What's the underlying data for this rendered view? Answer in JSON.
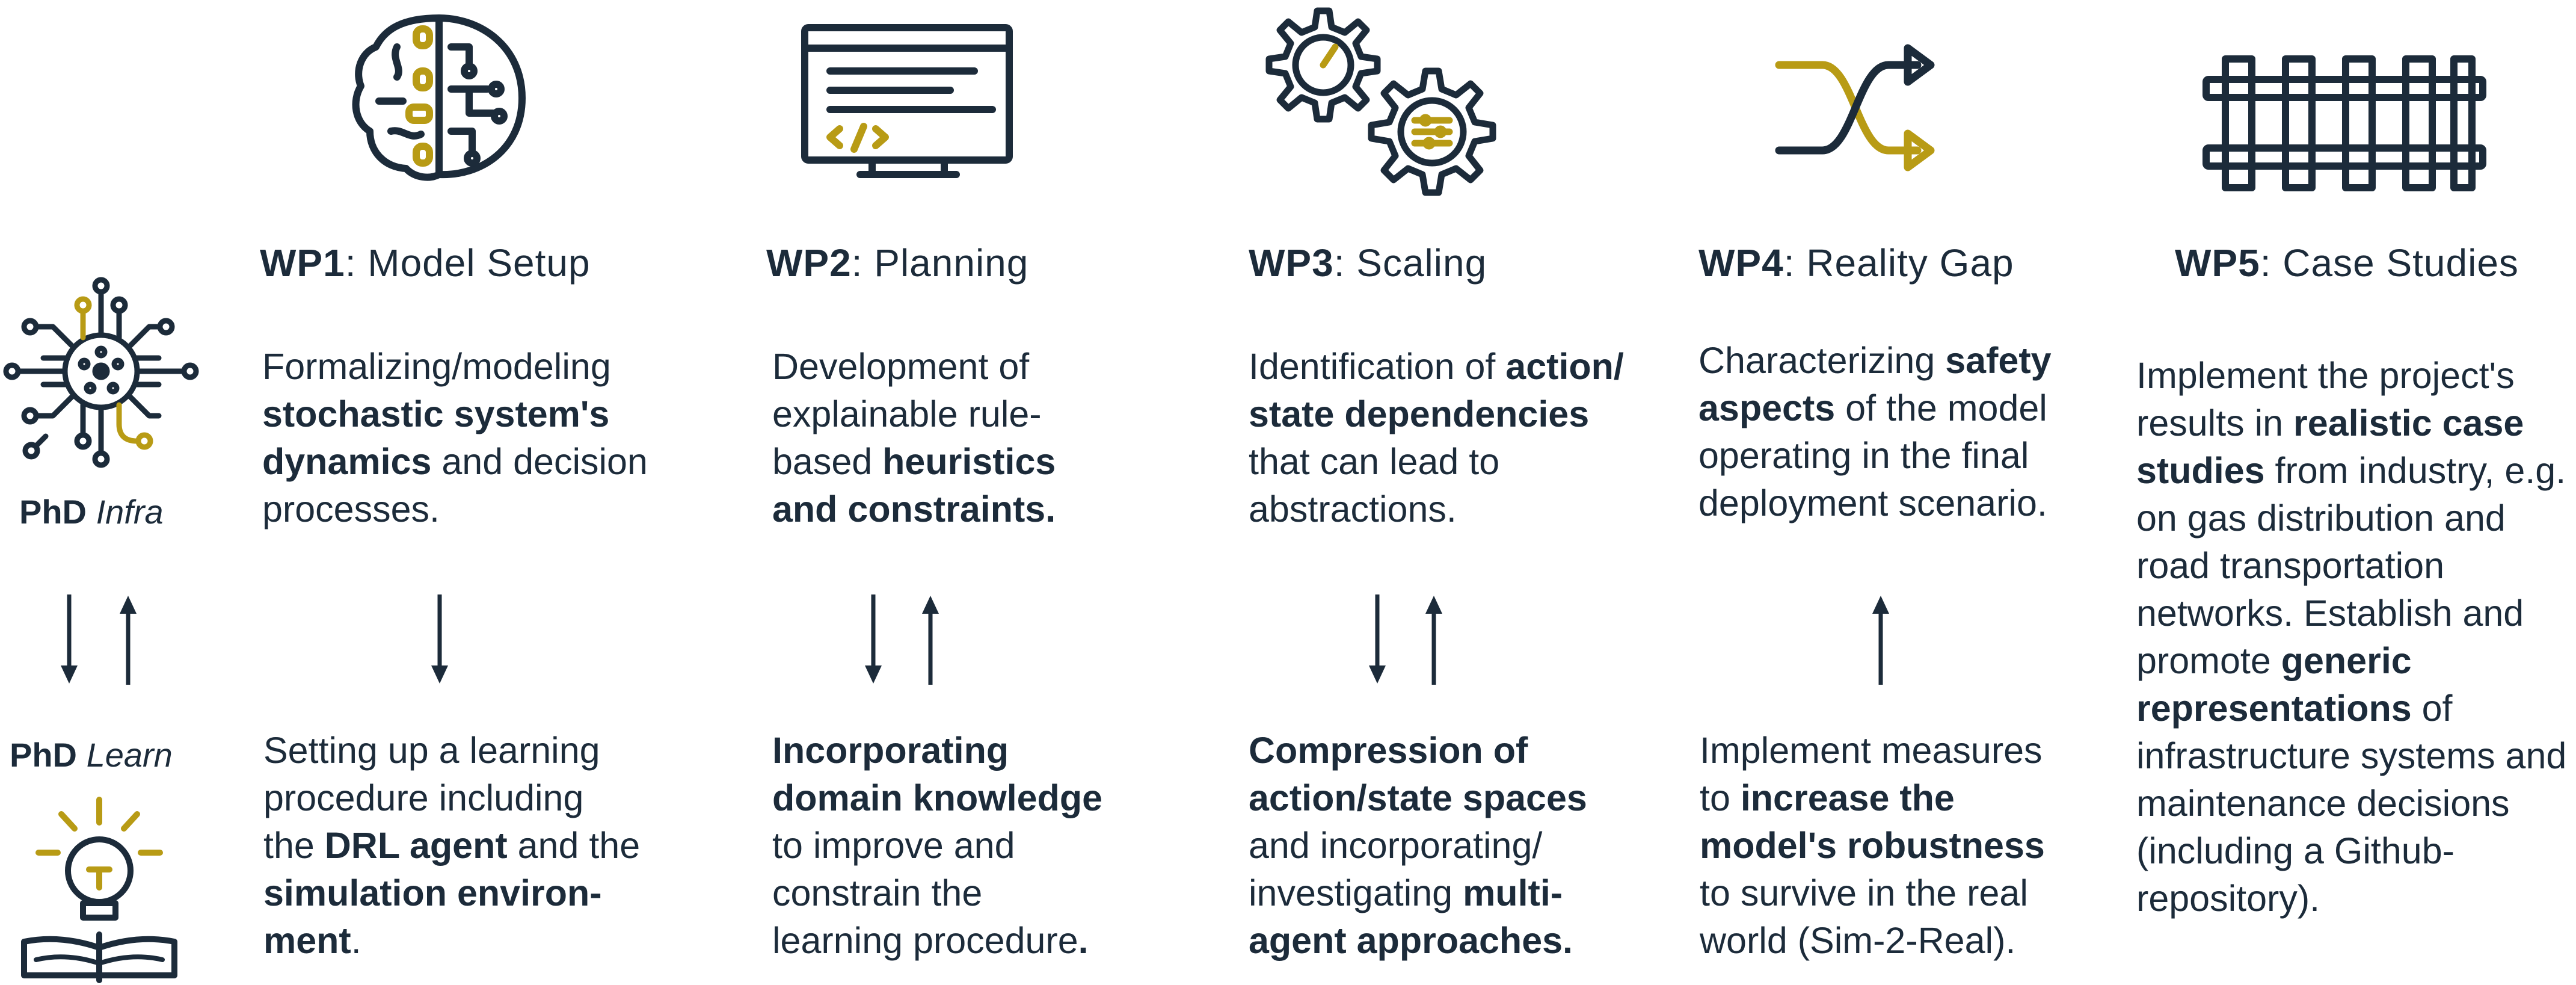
{
  "colors": {
    "navy": "#1c2b3a",
    "gold": "#b89b15"
  },
  "phd": {
    "infra": {
      "bold": "PhD",
      "italic": "Infra",
      "icon": "circuit-chip-icon"
    },
    "learn": {
      "bold": "PhD",
      "italic": "Learn",
      "icon": "lightbulb-book-icon"
    }
  },
  "work_packages": [
    {
      "id": "WP1",
      "name": ": Model Setup",
      "icon": "brain-circuit-icon",
      "infra_lines": [
        [
          {
            "t": "Formalizing/modeling"
          }
        ],
        [
          {
            "t": "stochastic system's",
            "b": true
          }
        ],
        [
          {
            "t": "dynamics",
            "b": true
          },
          {
            "t": " and decision"
          }
        ],
        [
          {
            "t": "processes."
          }
        ]
      ],
      "learn_lines": [
        [
          {
            "t": "Setting up a learning"
          }
        ],
        [
          {
            "t": "procedure including"
          }
        ],
        [
          {
            "t": "the "
          },
          {
            "t": "DRL agent",
            "b": true
          },
          {
            "t": " and the"
          }
        ],
        [
          {
            "t": "simulation environ-",
            "b": true
          }
        ],
        [
          {
            "t": "ment",
            "b": true
          },
          {
            "t": "."
          }
        ]
      ],
      "arrows": [
        "down"
      ]
    },
    {
      "id": "WP2",
      "name": ": Planning",
      "icon": "code-monitor-icon",
      "infra_lines": [
        [
          {
            "t": "Development of"
          }
        ],
        [
          {
            "t": "explainable rule-"
          }
        ],
        [
          {
            "t": "based "
          },
          {
            "t": "heuristics",
            "b": true
          }
        ],
        [
          {
            "t": "and constraints.",
            "b": true
          }
        ]
      ],
      "learn_lines": [
        [
          {
            "t": "Incorporating",
            "b": true
          }
        ],
        [
          {
            "t": "domain knowledge",
            "b": true
          }
        ],
        [
          {
            "t": "to improve and"
          }
        ],
        [
          {
            "t": "constrain the"
          }
        ],
        [
          {
            "t": "learning procedure"
          },
          {
            "t": ".",
            "b": true
          }
        ]
      ],
      "arrows": [
        "down",
        "up"
      ]
    },
    {
      "id": "WP3",
      "name": ": Scaling",
      "icon": "gears-icon",
      "infra_lines": [
        [
          {
            "t": "Identification of "
          },
          {
            "t": "action/",
            "b": true
          }
        ],
        [
          {
            "t": "state dependencies",
            "b": true
          }
        ],
        [
          {
            "t": "that can lead to"
          }
        ],
        [
          {
            "t": "abstractions."
          }
        ]
      ],
      "learn_lines": [
        [
          {
            "t": "Compression of",
            "b": true
          }
        ],
        [
          {
            "t": "action/state spaces",
            "b": true
          }
        ],
        [
          {
            "t": "and incorporating/"
          }
        ],
        [
          {
            "t": "investigating "
          },
          {
            "t": "multi-",
            "b": true
          }
        ],
        [
          {
            "t": "agent approaches.",
            "b": true
          }
        ]
      ],
      "arrows": [
        "down",
        "up"
      ]
    },
    {
      "id": "WP4",
      "name": ": Reality Gap",
      "icon": "shuffle-arrows-icon",
      "infra_lines": [
        [
          {
            "t": "Characterizing "
          },
          {
            "t": "safety",
            "b": true
          }
        ],
        [
          {
            "t": "aspects",
            "b": true
          },
          {
            "t": " of the model"
          }
        ],
        [
          {
            "t": "operating in the final"
          }
        ],
        [
          {
            "t": "deployment scenario."
          }
        ]
      ],
      "learn_lines": [
        [
          {
            "t": "Implement measures"
          }
        ],
        [
          {
            "t": "to "
          },
          {
            "t": "increase the",
            "b": true
          }
        ],
        [
          {
            "t": "model's robustness",
            "b": true
          }
        ],
        [
          {
            "t": "to survive in the real"
          }
        ],
        [
          {
            "t": "world (Sim-2-Real)."
          }
        ]
      ],
      "arrows": [
        "up"
      ]
    },
    {
      "id": "WP5",
      "name": ": Case Studies",
      "icon": "railway-track-icon",
      "infra_lines": [
        [
          {
            "t": "Implement the project's"
          }
        ],
        [
          {
            "t": "results in "
          },
          {
            "t": "realistic case",
            "b": true
          }
        ],
        [
          {
            "t": "studies",
            "b": true
          },
          {
            "t": " from industry, e.g."
          }
        ],
        [
          {
            "t": "on gas distribution and"
          }
        ],
        [
          {
            "t": "road transportation"
          }
        ],
        [
          {
            "t": "networks. Establish and"
          }
        ],
        [
          {
            "t": "promote "
          },
          {
            "t": "generic",
            "b": true
          }
        ],
        [
          {
            "t": "representations",
            "b": true
          },
          {
            "t": " of"
          }
        ],
        [
          {
            "t": "infrastructure systems and"
          }
        ],
        [
          {
            "t": "maintenance decisions"
          }
        ],
        [
          {
            "t": "(including a Github-"
          }
        ],
        [
          {
            "t": "repository)."
          }
        ]
      ],
      "learn_lines": [],
      "arrows": []
    }
  ]
}
